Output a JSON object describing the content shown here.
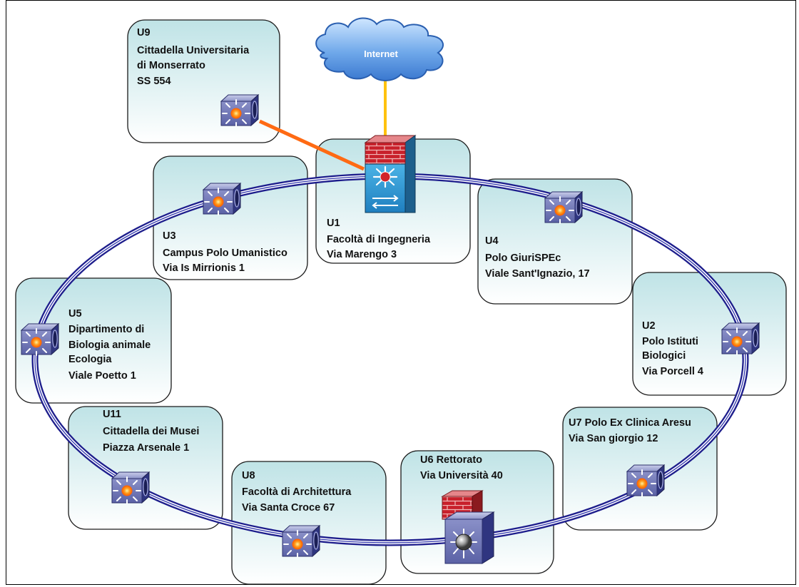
{
  "cloud": {
    "label": "Internet"
  },
  "nodes": {
    "U9": [
      "U9",
      "Cittadella Universitaria",
      "di Monserrato",
      "SS 554"
    ],
    "U1": [
      "U1",
      "Facoltà di Ingegneria",
      "Via Marengo 3"
    ],
    "U3": [
      "U3",
      "Campus Polo Umanistico",
      "Via Is Mirrionis 1"
    ],
    "U4": [
      "U4",
      "Polo GiuriSPEc",
      "Viale Sant'Ignazio, 17"
    ],
    "U5": [
      "U5",
      "Dipartimento di",
      "Biologia animale",
      "Ecologia",
      "Viale Poetto 1"
    ],
    "U2": [
      "U2",
      "Polo Istituti",
      "Biologici",
      "Via Porcell 4"
    ],
    "U11": [
      "U11",
      "Cittadella dei Musei",
      "Piazza Arsenale 1"
    ],
    "U7": [
      "U7 Polo Ex Clinica Aresu",
      "Via San giorgio 12"
    ],
    "U8": [
      "U8",
      "Facoltà di Architettura",
      "Via Santa Croce 67"
    ],
    "U6": [
      "U6 Rettorato",
      "Via Università 40"
    ]
  },
  "colors": {
    "ring": "#1d1d8c",
    "internet_link": "#ffc20e",
    "u9_link": "#ff6a13",
    "box_top": "#bfe3e6",
    "box_bottom": "#ffffff"
  },
  "icons": {
    "switch": "layer3-switch-icon",
    "firewall_switch": "firewall-switch-icon",
    "firewall_router": "firewall-router-icon",
    "cloud": "internet-cloud-icon"
  }
}
